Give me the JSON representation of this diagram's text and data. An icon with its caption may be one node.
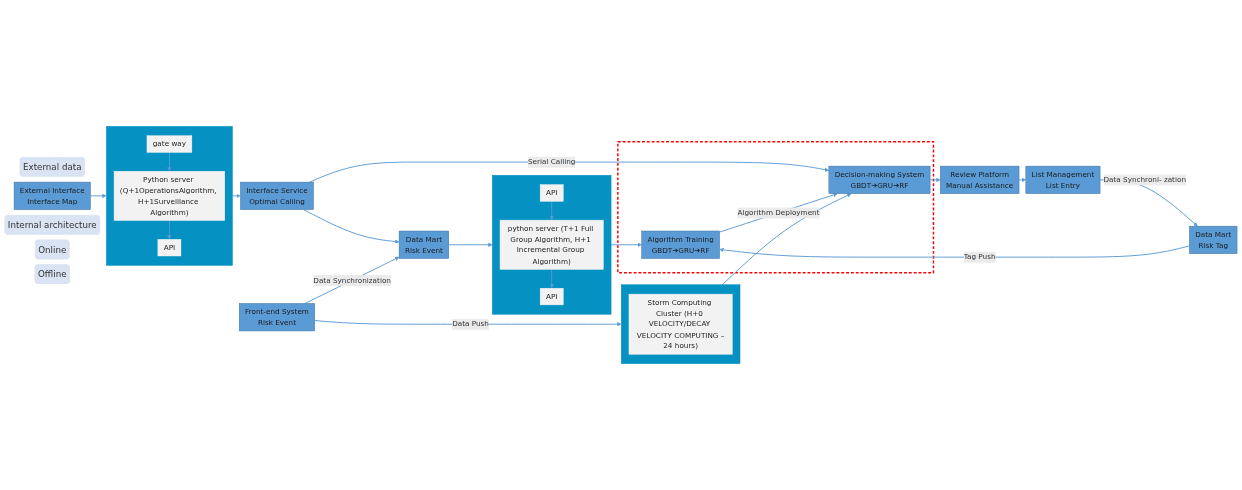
{
  "diagram": {
    "nodes": [
      {
        "text": [
          "External data"
        ]
      },
      {
        "text": [
          "External Interface",
          "Interface Map"
        ]
      },
      {
        "text": [],
        "shape": "box"
      },
      {
        "text": [
          "gate way"
        ],
        "in": 2
      },
      {
        "text": [
          "Python server (Q+1OperationsAlgorithm, H+1Surveillance Algorithm)"
        ],
        "in": 2
      },
      {
        "text": [
          "API"
        ],
        "in": 2
      },
      {
        "text": [
          "Interface Service",
          "Optimal Calling"
        ]
      },
      {
        "text": [
          "Internal architecture"
        ]
      },
      {
        "text": [
          "Online"
        ]
      },
      {
        "text": [
          "Front-end System",
          "Risk Event"
        ]
      },
      {
        "text": [],
        "shape": "box"
      },
      {
        "text": [
          "Storm Computing Cluster (H+0 VELOCITY/DECAY VELOCITY COMPUTING –24 hours)"
        ],
        "in": 10
      },
      {
        "text": [],
        "shape": "box"
      },
      {
        "text": [
          "Decision-making System",
          "GBDT➔GRU➔RF"
        ],
        "in": 12
      },
      {
        "text": [
          "Review Platform",
          "Manual Assistance"
        ]
      },
      {
        "text": [
          "List Management",
          "List Entry"
        ]
      },
      {
        "text": [
          "Offline"
        ]
      },
      {
        "text": [
          "Data Mart",
          "Risk Event"
        ]
      },
      {
        "text": [],
        "shape": "box"
      },
      {
        "text": [
          "API"
        ],
        "in": 18
      },
      {
        "text": [
          "python server (T+1 Full Group Algorithm, H+1 Incremental Group Algorithm)"
        ],
        "in": 18
      },
      {
        "text": [
          "API"
        ],
        "in": 18
      },
      {
        "text": [
          "Algorithm Training",
          "GBDT➔GRU➔RF"
        ],
        "in": 12
      },
      {
        "text": [
          "Data Mart",
          "Risk Tag"
        ]
      }
    ],
    "edges": [
      {
        "from": 1,
        "to": 2,
        "arrow": "to"
      },
      {
        "from": 3,
        "to": 4,
        "arrow": "to"
      },
      {
        "from": 4,
        "to": 5,
        "arrow": "to"
      },
      {
        "from": 2,
        "to": 6,
        "arrow": "to"
      },
      {
        "from": 6,
        "to": 17,
        "arrow": "to"
      },
      {
        "from": 6,
        "to": 13,
        "label": "Serial Calling",
        "arrow": "to"
      },
      {
        "from": 9,
        "to": 10,
        "label": "Data Push",
        "arrow": "to"
      },
      {
        "from": 10,
        "to": 13,
        "arrow": "to"
      },
      {
        "from": 13,
        "to": 14,
        "arrow": "to"
      },
      {
        "from": 14,
        "to": 15,
        "arrow": "to"
      },
      {
        "from": 9,
        "to": 17,
        "label": "Data Synchronization",
        "arrow": "to"
      },
      {
        "from": 17,
        "to": 18,
        "arrow": "to"
      },
      {
        "from": 19,
        "to": 20,
        "arrow": "to"
      },
      {
        "from": 20,
        "to": 21,
        "arrow": "to"
      },
      {
        "from": 18,
        "to": 22,
        "arrow": "to"
      },
      {
        "from": 22,
        "to": 13,
        "label": "Algorithm Deployment",
        "arrow": "to"
      },
      {
        "from": 15,
        "to": 23,
        "label": "Data Synchroni- zation",
        "arrow": "to"
      },
      {
        "from": 23,
        "to": 22,
        "label": "Tag Push",
        "arrow": "to"
      }
    ]
  }
}
